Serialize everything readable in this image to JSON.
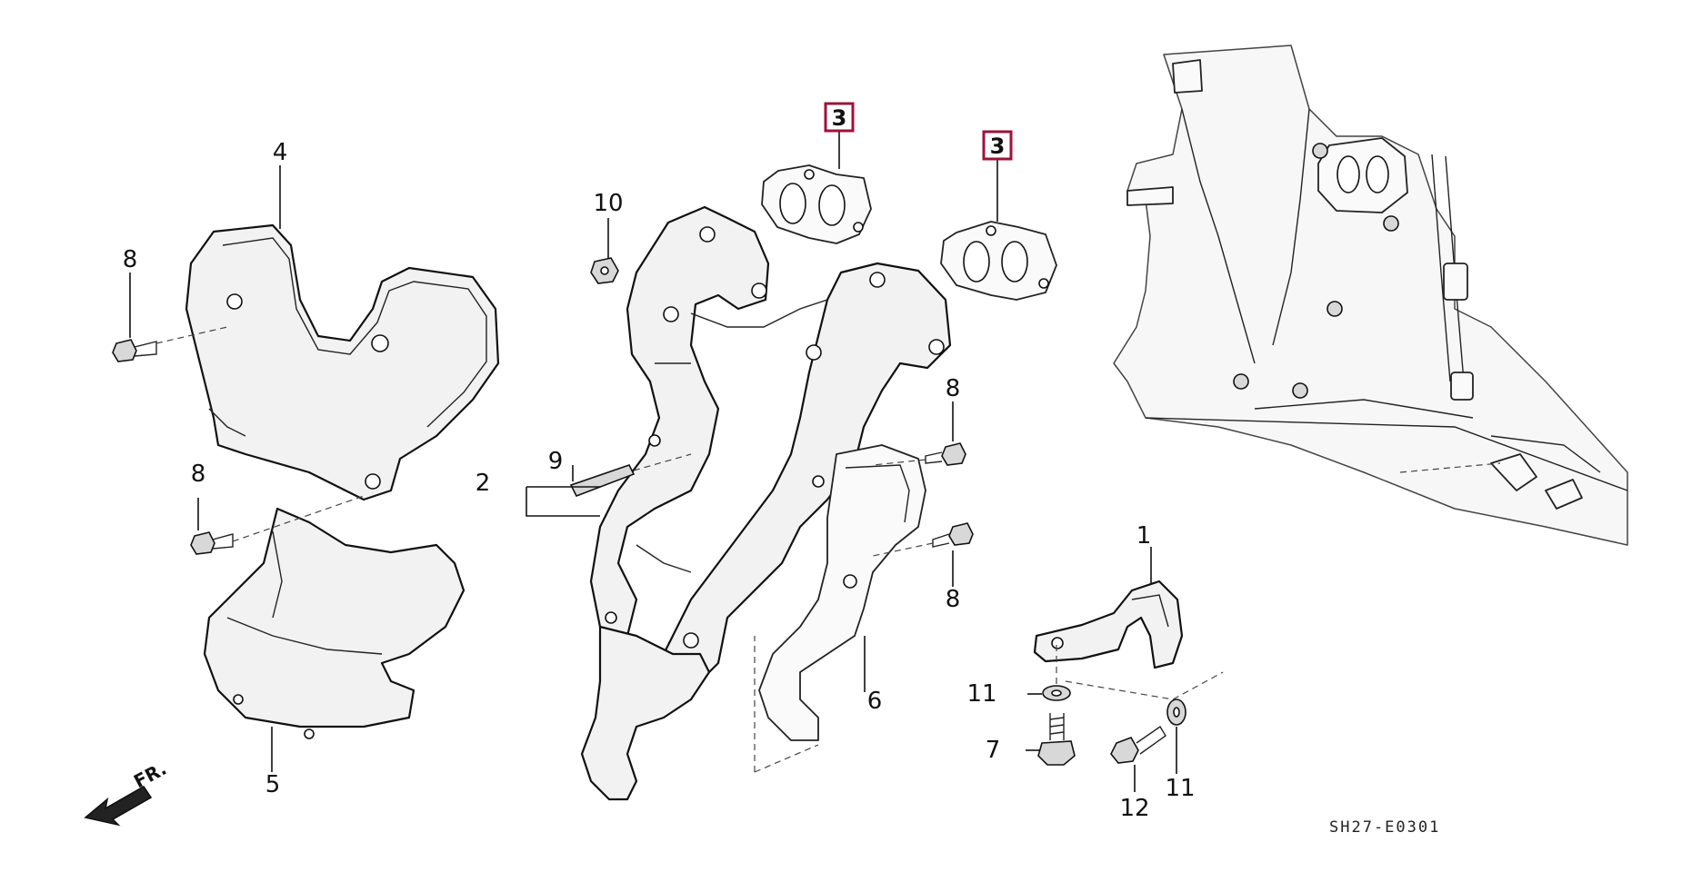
{
  "diagram": {
    "callouts": {
      "c1": "1",
      "c2": "2",
      "c3a": "3",
      "c3b": "3",
      "c4": "4",
      "c5": "5",
      "c6": "6",
      "c7": "7",
      "c8a": "8",
      "c8b": "8",
      "c8c": "8",
      "c8d": "8",
      "c9": "9",
      "c10": "10",
      "c11a": "11",
      "c11b": "11",
      "c12": "12"
    },
    "front_arrow_label": "FR.",
    "drawing_code": "SH27-E0301",
    "highlight_color": "#a0113a"
  }
}
